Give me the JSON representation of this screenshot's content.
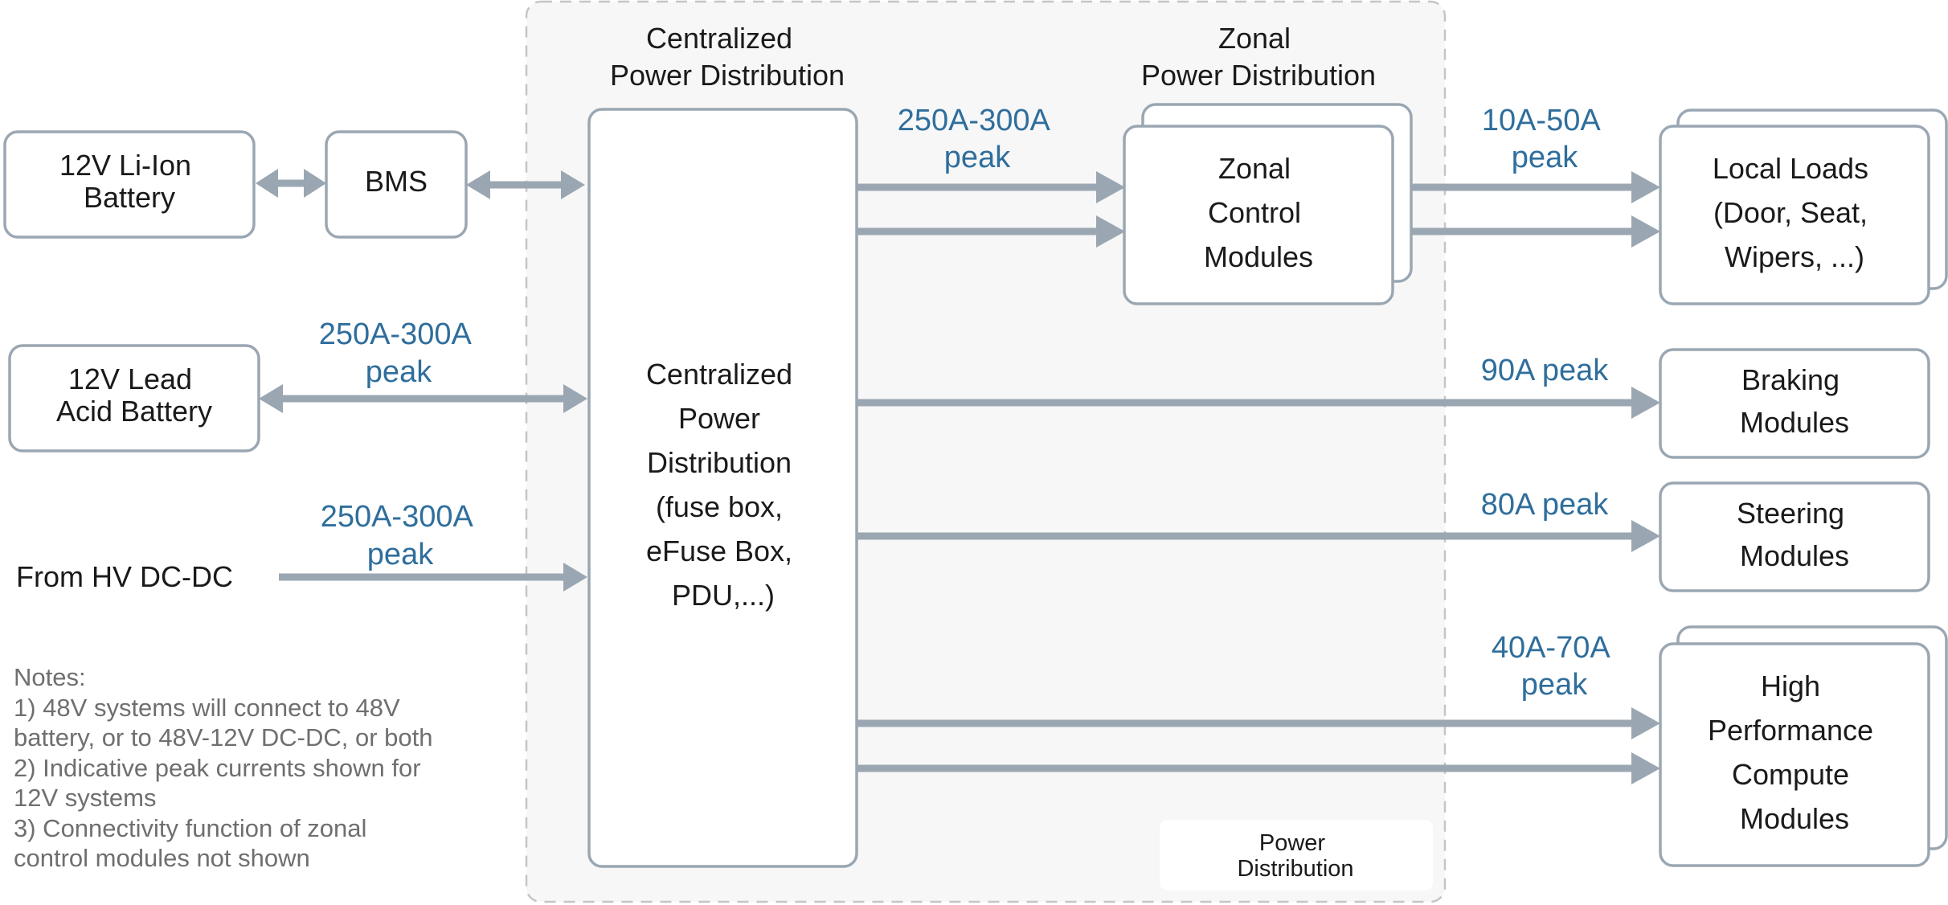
{
  "region": {
    "centralized_title": [
      "Centralized",
      "Power Distribution"
    ],
    "zonal_title": [
      "Zonal",
      "Power Distribution"
    ],
    "legend_label": [
      "Power",
      "Distribution"
    ]
  },
  "sources": {
    "li_ion": [
      "12V Li-Ion",
      "Battery"
    ],
    "bms": "BMS",
    "lead_acid": [
      "12V Lead",
      "Acid Battery"
    ],
    "hv_dcdc": "From HV DC-DC"
  },
  "centralized_box": [
    "Centralized",
    "Power",
    "Distribution",
    "(fuse box,",
    "eFuse Box,",
    "PDU,...)"
  ],
  "zonal_box": [
    "Zonal",
    "Control",
    "Modules"
  ],
  "loads": {
    "local": [
      "Local Loads",
      "(Door, Seat,",
      "Wipers, ...)"
    ],
    "braking": [
      "Braking",
      "Modules"
    ],
    "steering": [
      "Steering",
      "Modules"
    ],
    "hpc": [
      "High",
      "Performance",
      "Compute",
      "Modules"
    ]
  },
  "currents": {
    "lead_acid": [
      "250A-300A",
      "peak"
    ],
    "hv": [
      "250A-300A",
      "peak"
    ],
    "to_zonal": [
      "250A-300A",
      "peak"
    ],
    "to_local": [
      "10A-50A",
      "peak"
    ],
    "braking": "90A peak",
    "steering": "80A peak",
    "hpc": [
      "40A-70A",
      "peak"
    ]
  },
  "notes": {
    "title": "Notes:",
    "lines": [
      "1) 48V systems will connect to 48V",
      "battery, or to 48V-12V DC-DC, or both",
      "2) Indicative peak currents shown for",
      "12V systems",
      "3) Connectivity function of zonal",
      "control modules not shown"
    ]
  },
  "colors": {
    "box_stroke": "#9aa7b2",
    "arrow": "#9aa7b2",
    "current_label": "#2f6e9c",
    "region_fill": "#f7f7f7"
  }
}
